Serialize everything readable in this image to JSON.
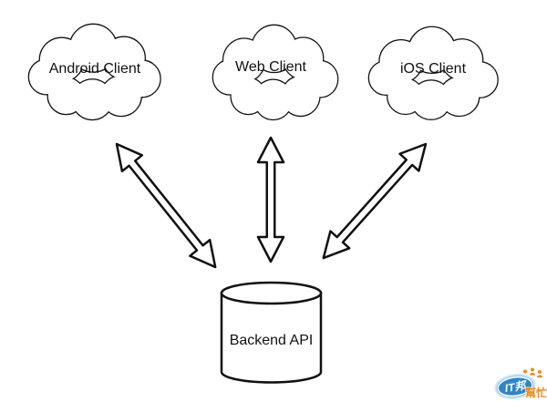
{
  "diagram": {
    "nodes": {
      "android": {
        "label": "Android Client",
        "shape": "cloud"
      },
      "web": {
        "label": "Web Client",
        "shape": "cloud"
      },
      "ios": {
        "label": "iOS Client",
        "shape": "cloud"
      },
      "backend": {
        "label": "Backend API",
        "shape": "cylinder"
      }
    },
    "edges": [
      {
        "from": "Android Client",
        "to": "Backend API",
        "direction": "bidirectional"
      },
      {
        "from": "Web Client",
        "to": "Backend API",
        "direction": "bidirectional"
      },
      {
        "from": "iOS Client",
        "to": "Backend API",
        "direction": "bidirectional"
      }
    ],
    "colors": {
      "outline": "#111111",
      "shape_fill": "#ffffff",
      "background": "#ffffff"
    }
  },
  "watermark": {
    "text_primary": "IT邦",
    "text_secondary": "幫忙",
    "brand_blue": "#2e86c8",
    "brand_blue_light": "#cfe7f7",
    "brand_orange": "#ef8b1d"
  }
}
